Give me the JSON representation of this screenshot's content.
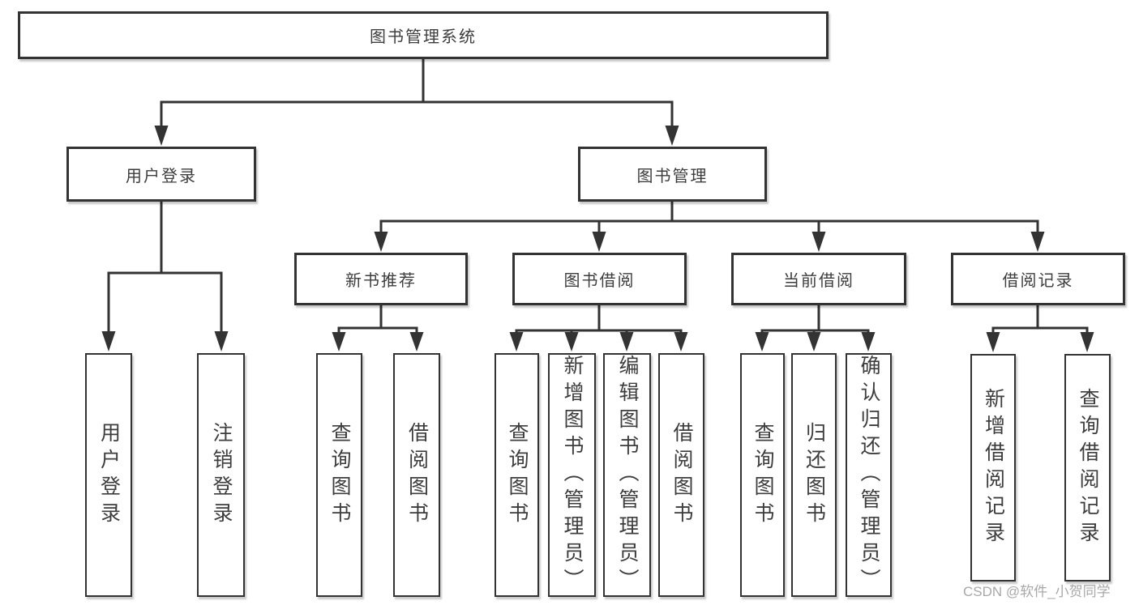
{
  "nodes": {
    "root": "图书管理系统",
    "level2": [
      "用户登录",
      "图书管理"
    ],
    "level3": [
      "新书推荐",
      "图书借阅",
      "当前借阅",
      "借阅记录"
    ],
    "leaves": [
      "用户登录",
      "注销登录",
      "查询图书",
      "借阅图书",
      "查询图书",
      "新增图书（管理员）",
      "编辑图书（管理员）",
      "借阅图书",
      "查询图书",
      "归还图书",
      "确认归还（管理员）",
      "新增借阅记录",
      "查询借阅记录"
    ]
  },
  "watermark": "CSDN @软件_小贺同学",
  "colors": {
    "line": "#333333",
    "border": "#333333",
    "text": "#3d3d3d",
    "watermark": "#a8a8a8",
    "background": "#ffffff"
  }
}
